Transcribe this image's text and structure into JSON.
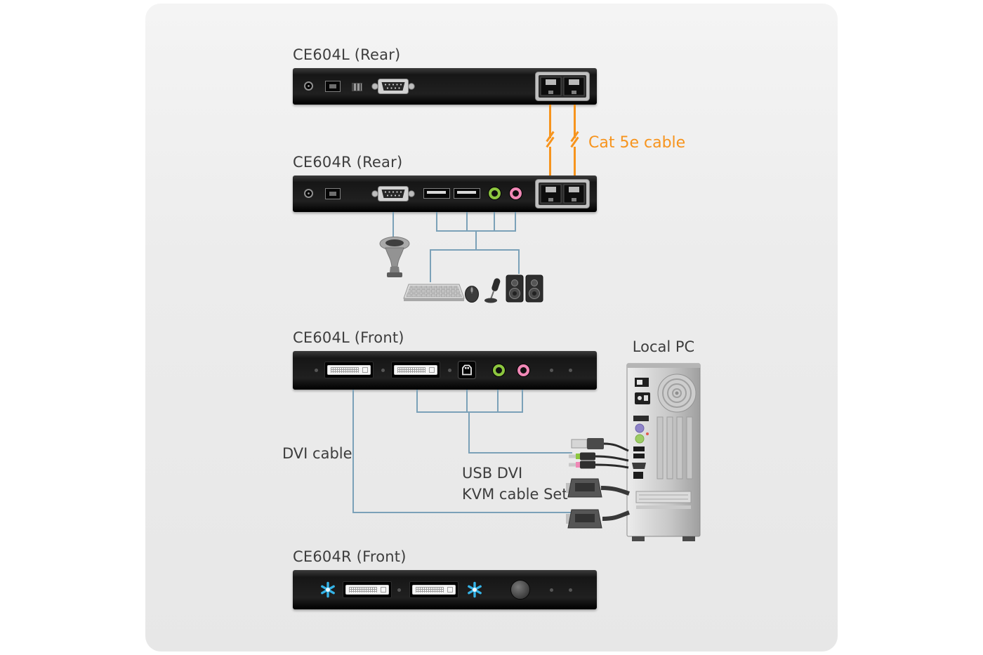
{
  "devices": {
    "ce604l_rear": {
      "label": "CE604L (Rear)"
    },
    "ce604r_rear": {
      "label": "CE604R (Rear)"
    },
    "ce604l_front": {
      "label": "CE604L (Front)"
    },
    "ce604r_front": {
      "label": "CE604R (Front)"
    }
  },
  "annotations": {
    "cat5e_cable": "Cat 5e cable",
    "local_pc": "Local PC",
    "dvi_cable": "DVI cable",
    "kvm_set_line1": "USB DVI",
    "kvm_set_line2": "KVM cable Set"
  },
  "colors": {
    "card_background": "#ececec",
    "panel_black": "#1b1b1b",
    "connector_line_blue": "#7ba1b8",
    "cat5e_orange": "#f7941d",
    "audio_green": "#8dc63f",
    "audio_pink": "#f088b6",
    "led_blue": "#35b4e8"
  },
  "icons": {
    "peripherals": [
      "barcode-scanner",
      "keyboard",
      "mouse",
      "microphone",
      "speakers"
    ],
    "computer": "desktop-tower",
    "ports": [
      "power-jack",
      "dc-port",
      "dip-switch",
      "serial-db9",
      "usb-a",
      "usb-b",
      "audio-jack",
      "dual-rj45",
      "dvi",
      "led-star",
      "push-button"
    ]
  }
}
